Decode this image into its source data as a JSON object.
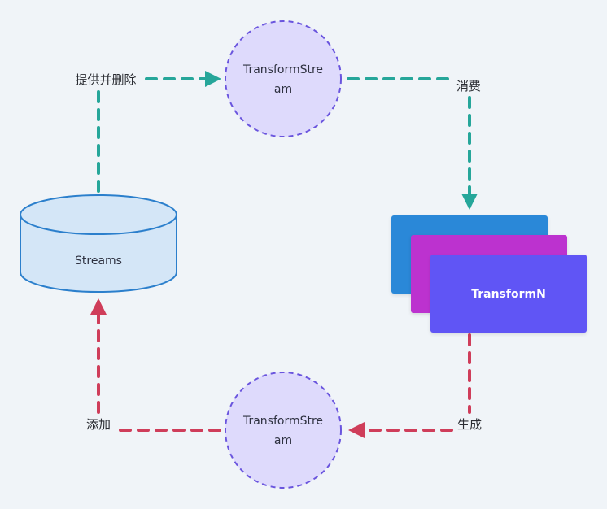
{
  "diagram": {
    "colors": {
      "background": "#F0F4F8",
      "forward_edge": "#26A69A",
      "return_edge": "#CF3D5A",
      "circle_fill": "#DEDAFC",
      "circle_stroke": "#6A55DE",
      "cylinder_fill": "#D4E6F7",
      "cylinder_stroke": "#2B7FCC",
      "card_back": "#2B88D8",
      "card_middle": "#BC33CF",
      "card_front": "#6155F5"
    },
    "nodes": {
      "streams": {
        "label": "Streams",
        "shape": "cylinder"
      },
      "transform_top": {
        "label_line1": "TransformStre",
        "label_line2": "am",
        "shape": "dashed-circle"
      },
      "transform_bottom": {
        "label_line1": "TransformStre",
        "label_line2": "am",
        "shape": "dashed-circle"
      },
      "transform_n": {
        "label": "TransformN",
        "shape": "stacked-cards",
        "stack_count": 3
      }
    },
    "edges": [
      {
        "from": "streams",
        "to": "transform_top",
        "label": "提供并删除",
        "color": "forward_edge"
      },
      {
        "from": "transform_top",
        "to": "transform_n",
        "label": "消费",
        "color": "forward_edge"
      },
      {
        "from": "transform_n",
        "to": "transform_bottom",
        "label": "生成",
        "color": "return_edge"
      },
      {
        "from": "transform_bottom",
        "to": "streams",
        "label": "添加",
        "color": "return_edge"
      }
    ]
  }
}
